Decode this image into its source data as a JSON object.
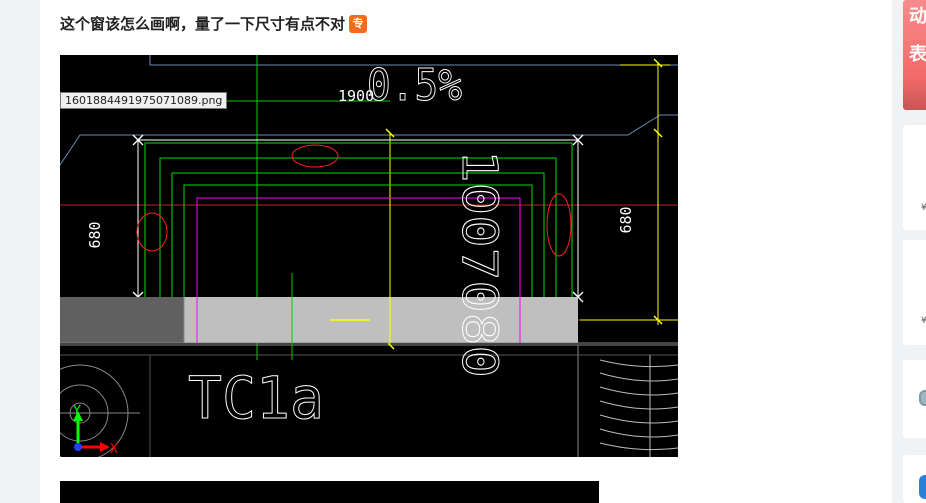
{
  "post": {
    "title": "这个窗该怎么画啊，量了一下尺寸有点不对",
    "badge_label": "专"
  },
  "image": {
    "filename_tooltip": "1601884491975071089.png"
  },
  "cad": {
    "dim_1900": "1900",
    "slope": "0.5%",
    "dim_left": "680",
    "dim_right": "680",
    "vertical_text": "1007080",
    "window_tag": "TC1a",
    "axis_x": "X",
    "axis_y": "Y"
  },
  "sidebar": {
    "banner_chars": [
      "动",
      "表"
    ],
    "card_minis": [
      "¥",
      "¥"
    ]
  },
  "colors": {
    "accent_badge": "#f26b21",
    "cad_bg": "#000000",
    "cad_green": "#00ff00",
    "cad_magenta": "#ff00ff",
    "cad_yellow": "#ffff00",
    "cad_red": "#ff2020",
    "banner_red": "#f46a6a"
  }
}
